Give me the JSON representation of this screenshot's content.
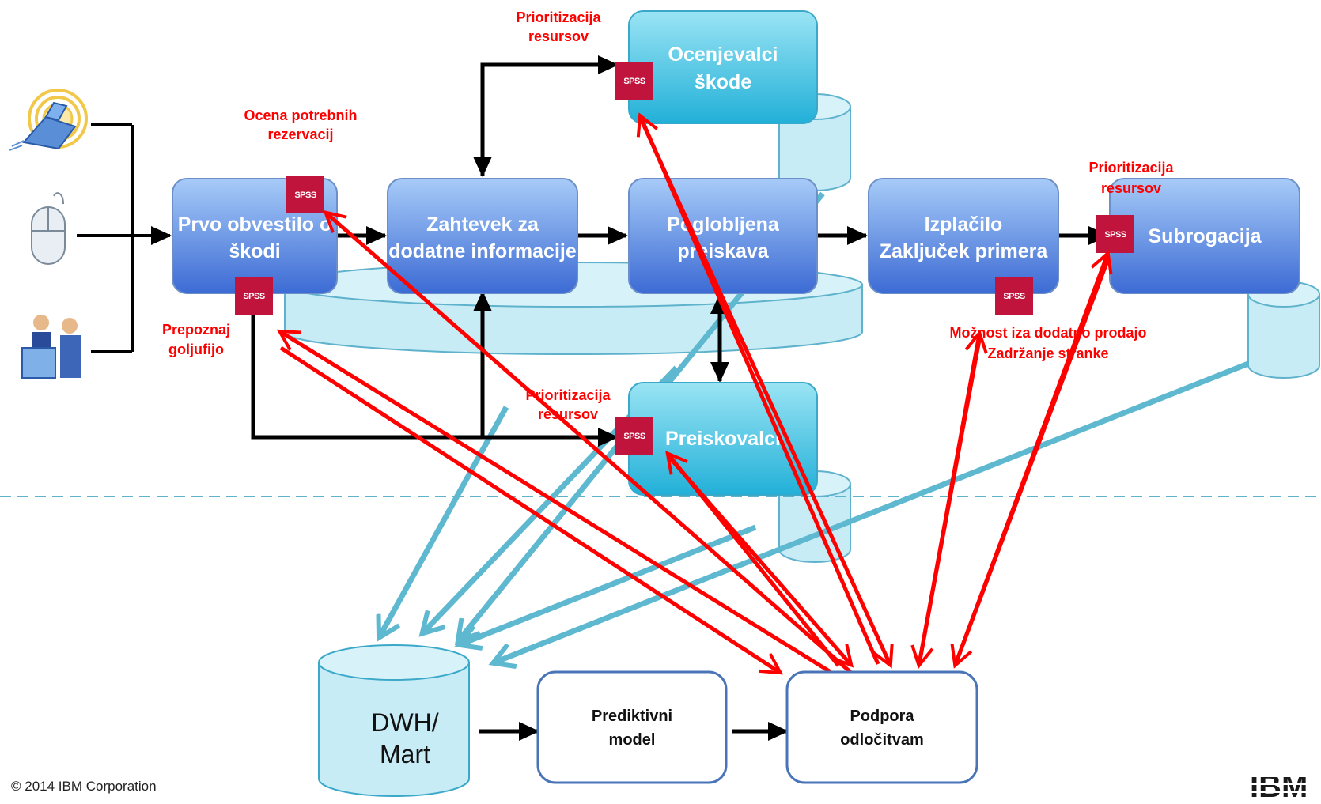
{
  "colors": {
    "box_top": "#9dc3f5",
    "box_bottom": "#3f6fd6",
    "cyan_top": "#8fe0f2",
    "cyan_bottom": "#2bb8dc",
    "db_fill": "#c8ecf6",
    "red_arrow": "#ff0000",
    "teal_arrow": "#5db8d0",
    "spss": "#c0143c"
  },
  "icons": [
    "phone-icon",
    "mouse-icon",
    "agent-desk-icon",
    "ibm-logo"
  ],
  "process": {
    "fnol": [
      "Prvo obvestilo o",
      "škodi"
    ],
    "request_info": [
      "Zahtevek za",
      "dodatne informacije"
    ],
    "investigation": [
      "Poglobljena",
      "preiskava"
    ],
    "payout": [
      "Izplačilo",
      "Zaključek primera"
    ],
    "subrogation": [
      "Subrogacija"
    ],
    "assessors": [
      "Ocenjevalci",
      "škode"
    ],
    "investigators": [
      "Preiskovalci"
    ]
  },
  "annotations": {
    "reserves": [
      "Ocena potrebnih",
      "rezervacij"
    ],
    "fraud": [
      "Prepoznaj",
      "goljufijo"
    ],
    "prio_assessors": [
      "Prioritizacija",
      "resursov"
    ],
    "prio_investigators": [
      "Prioritizacija",
      "resursov"
    ],
    "prio_subrogation": [
      "Prioritizacija",
      "resursov"
    ],
    "upsell": [
      "Možnost iza dodatno prodajo",
      "Zadržanje stranke"
    ]
  },
  "spss_label": "SPSS",
  "bottom": {
    "dwh": [
      "DWH/",
      "Mart"
    ],
    "predictive": [
      "Prediktivni",
      "model"
    ],
    "decision": [
      "Podpora",
      "odločitvam"
    ]
  },
  "footer": {
    "copyright": "© 2014 IBM Corporation",
    "logo": "IBM"
  }
}
